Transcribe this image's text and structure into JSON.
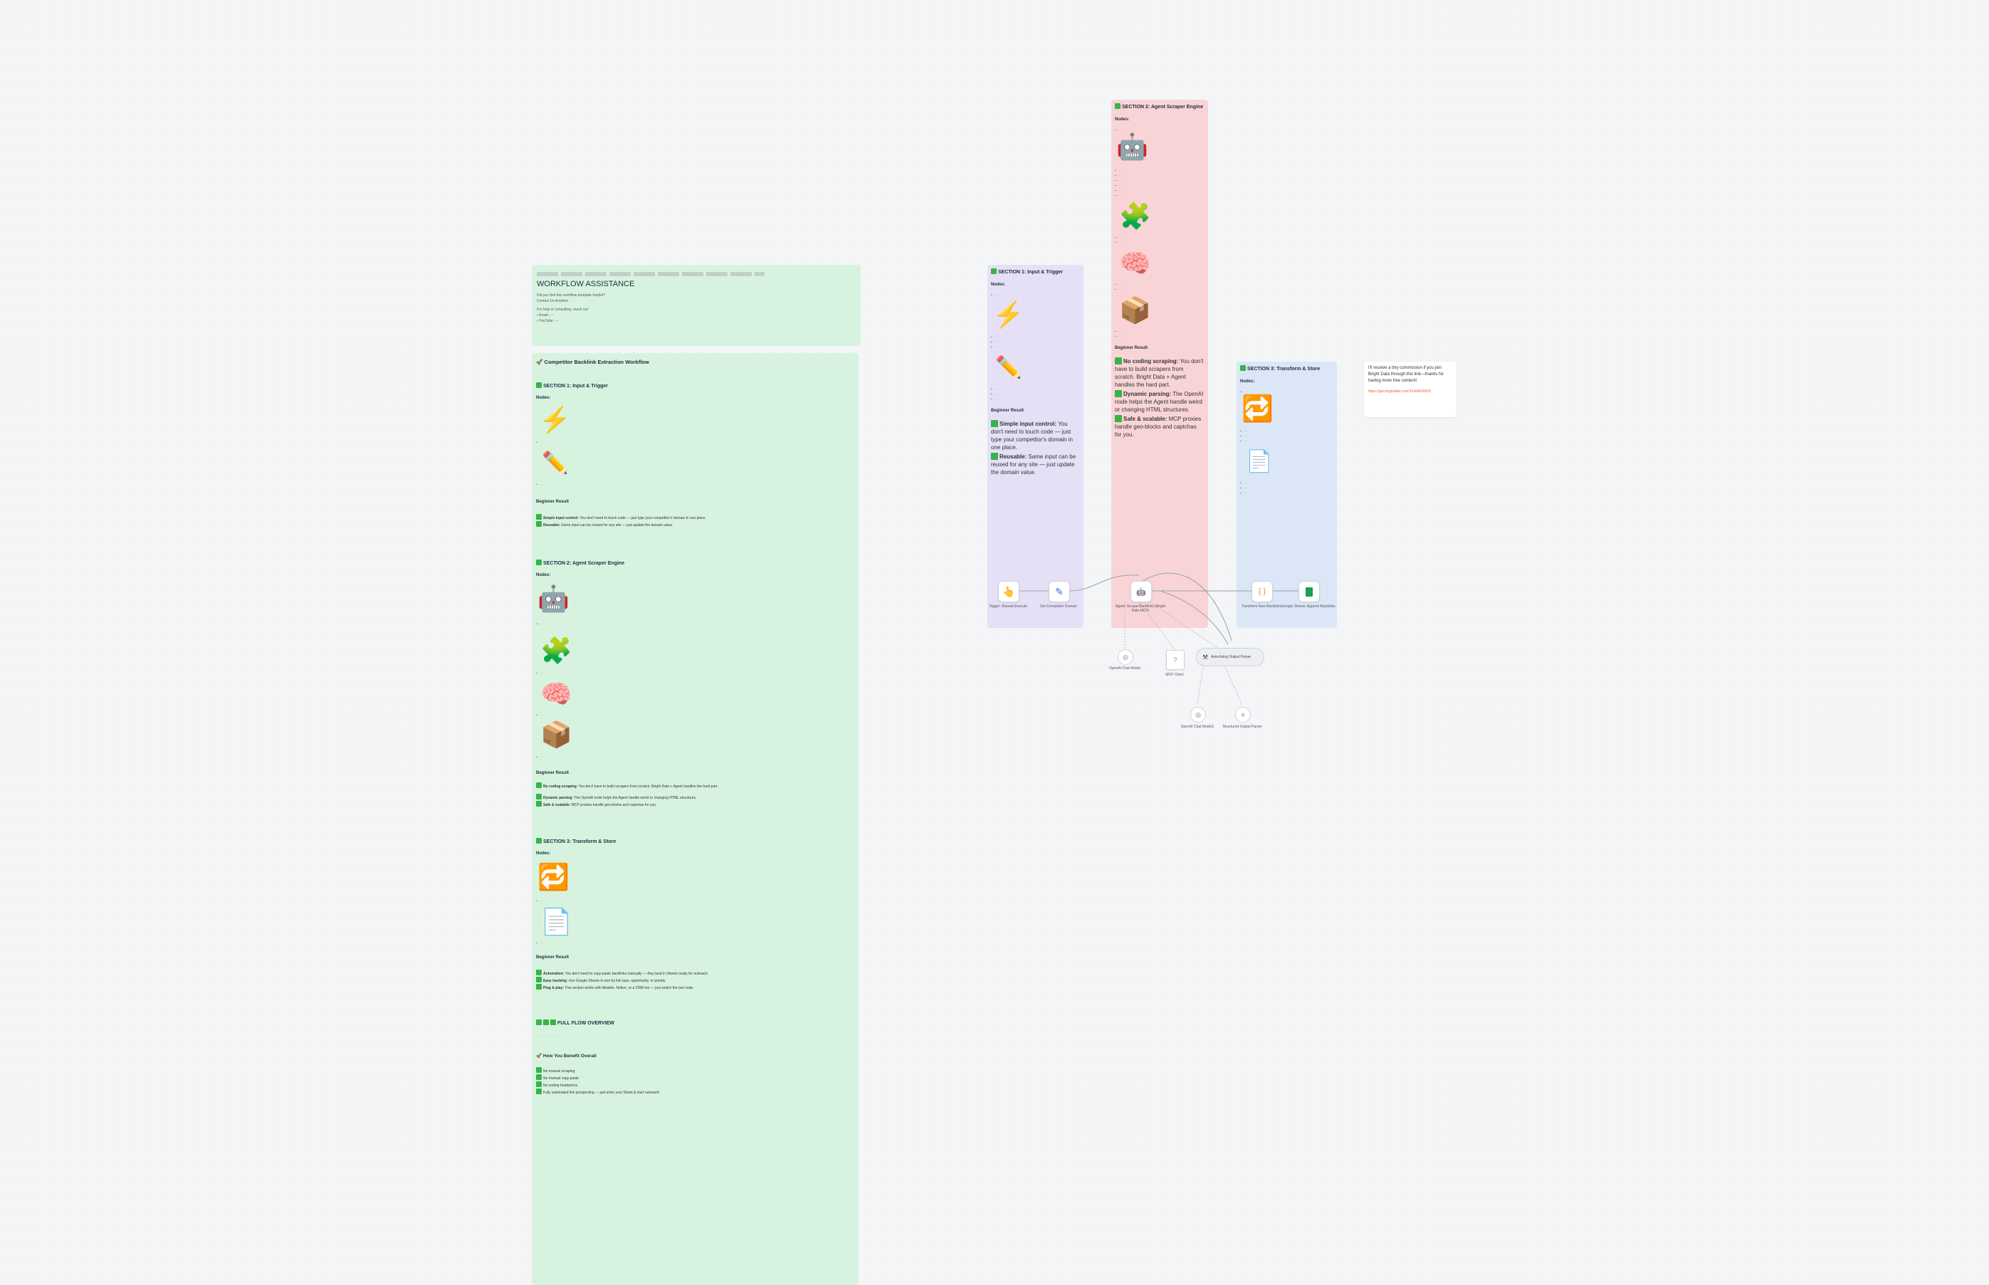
{
  "assist": {
    "title": "WORKFLOW ASSISTANCE",
    "line1": "Did you find this workflow template helpful?",
    "line2": "Contact Us Anytime.",
    "line3": "For help or consulting, reach out:"
  },
  "main": {
    "title": "Competitor Backlink Extraction Workflow",
    "s1": {
      "title": "SECTION 1: Input & Trigger",
      "nodes": "Nodes:",
      "result": "Beginner Result",
      "b1_bold": "Simple input control:",
      "b1": "You don't need to touch code — just type your competitor's domain in one place.",
      "b2_bold": "Reusable:",
      "b2": "Same input can be reused for any site — just update the domain value."
    },
    "s2": {
      "title": "SECTION 2: Agent Scraper Engine",
      "nodes": "Nodes:",
      "result": "Beginner Result",
      "b1_bold": "No coding scraping:",
      "b1": "You don't have to build scrapers from scratch. Bright Data + Agent handles the hard part.",
      "b2_bold": "Dynamic parsing:",
      "b2": "The OpenAI node helps the Agent handle weird or changing HTML structures.",
      "b3_bold": "Safe & scalable:",
      "b3": "MCP proxies handle geo-blocks and captchas for you."
    },
    "s3": {
      "title": "SECTION 3: Transform & Store",
      "nodes": "Nodes:",
      "result": "Beginner Result",
      "b1_bold": "Automation:",
      "b1": "You don't need to copy-paste backlinks manually — they land in Sheets ready for outreach.",
      "b2_bold": "Easy tracking:",
      "b2": "Use Google Sheets to sort by link type, opportunity, or priority.",
      "b3_bold": "Plug & play:",
      "b3": "This section works with Airtable, Notion, or a CRM too — just switch the last node."
    },
    "overview": {
      "title": "FULL FLOW OVERVIEW",
      "how": "How You Benefit Overall",
      "b1": "No manual scraping",
      "b2": "No manual copy-paste",
      "b3": "No coding headaches",
      "b4": "Fully automated link prospecting — just enter your Sheet & start outreach!"
    }
  },
  "sec1": {
    "title": "SECTION 1: Input & Trigger",
    "nodes": "Nodes:",
    "result": "Beginner Result",
    "b1_bold": "Simple input control:",
    "b1": "You don't need to touch code — just type your competitor's domain in one place.",
    "b2_bold": "Reusable:",
    "b2": "Same input can be reused for any site — just update the domain value."
  },
  "sec2": {
    "title": "SECTION 2: Agent Scraper Engine",
    "nodes": "Nodes:",
    "result": "Beginner Result",
    "b1_bold": "No coding scraping:",
    "b1": "You don't have to build scrapers from scratch. Bright Data + Agent handles the hard part.",
    "b2_bold": "Dynamic parsing:",
    "b2": "The OpenAI node helps the Agent handle weird or changing HTML structures.",
    "b3_bold": "Safe & scalable:",
    "b3": "MCP proxies handle geo-blocks and captchas for you."
  },
  "sec3": {
    "title": "SECTION 3: Transform & Store",
    "nodes": "Nodes:"
  },
  "affiliate": {
    "text": "I'll receive a tiny commission if you join Bright Data through this link—thanks for fueling more free content!",
    "link": "https://get.brightdata.com/1tndi4600b25"
  },
  "flow": {
    "n1": "Trigger: Manual Execute",
    "n2": "Set Competitor Domain",
    "n3": "Agent: Scrape Backlinks (Bright Data MCP)",
    "n4": "Transform Raw Backlinks",
    "n5": "Google Sheets: Append Backlinks",
    "s1": "OpenAI Chat Model",
    "s2": "MCP Client",
    "s3": "Auto-fixing Output Parser",
    "s4": "OpenAI Chat Model1",
    "s5": "Structured Output Parser"
  }
}
